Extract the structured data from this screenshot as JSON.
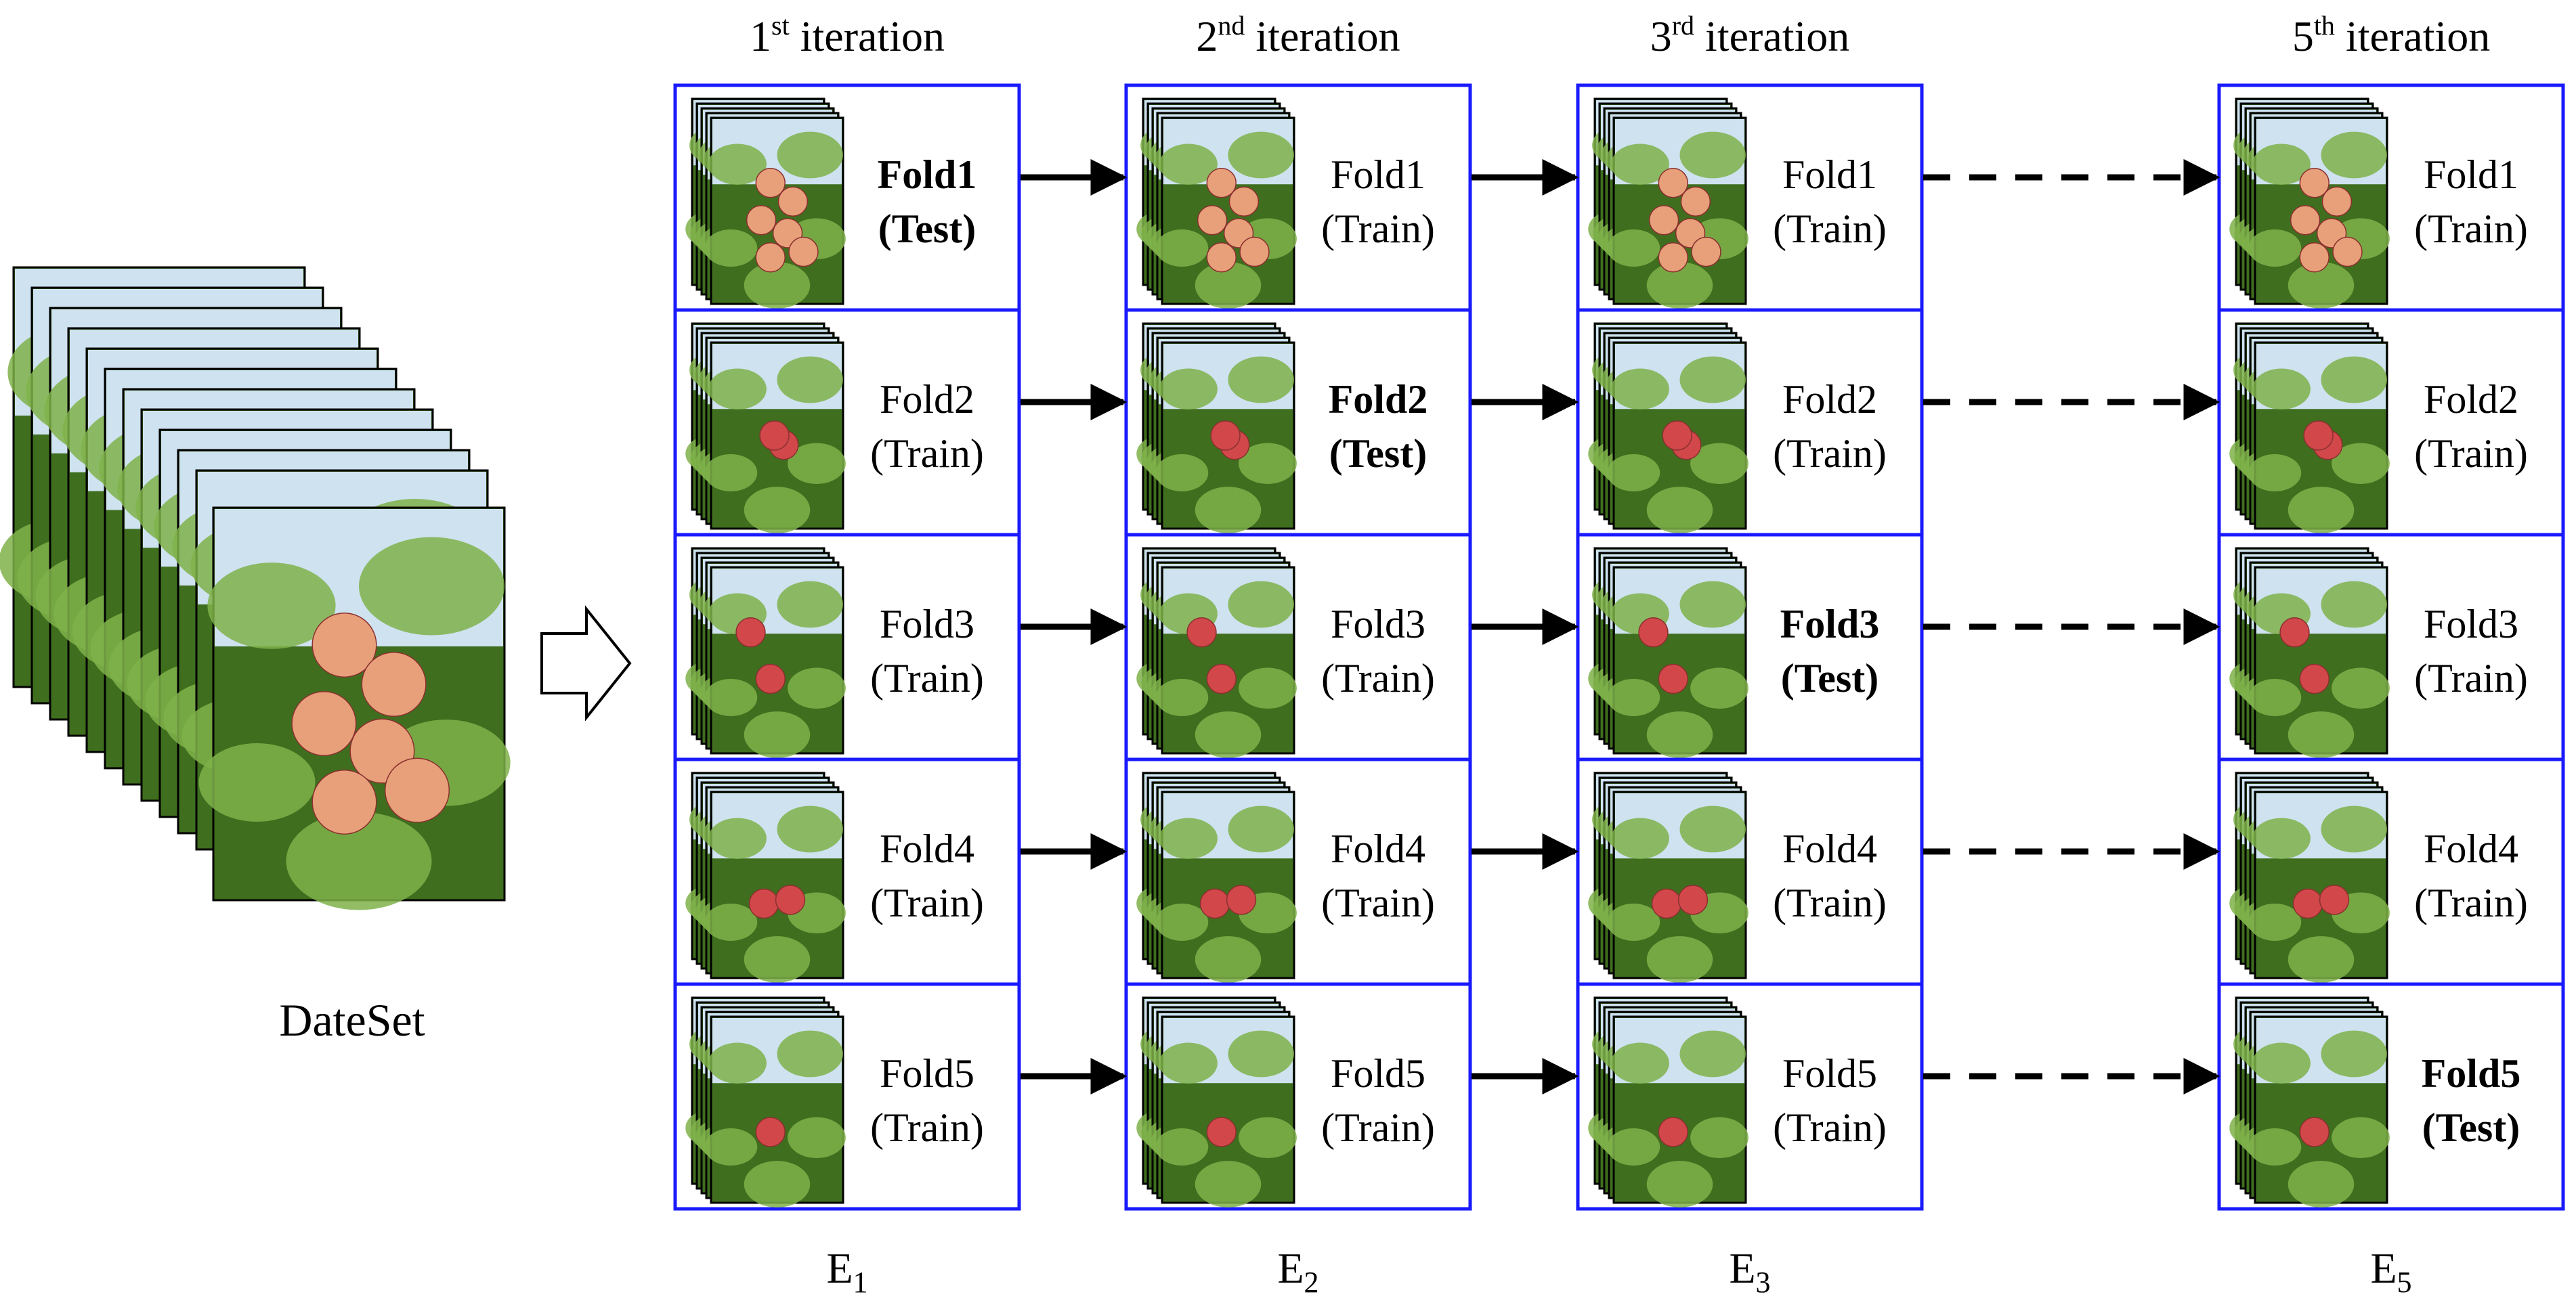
{
  "dataset": {
    "label": "DateSet"
  },
  "iterations": [
    {
      "ordinal": "1",
      "suffix": "st",
      "word": "iteration",
      "experiment_letter": "E",
      "experiment_index": "1",
      "test_fold": 1
    },
    {
      "ordinal": "2",
      "suffix": "nd",
      "word": "iteration",
      "experiment_letter": "E",
      "experiment_index": "2",
      "test_fold": 2
    },
    {
      "ordinal": "3",
      "suffix": "rd",
      "word": "iteration",
      "experiment_letter": "E",
      "experiment_index": "3",
      "test_fold": 3
    },
    {
      "ordinal": "5",
      "suffix": "th",
      "word": "iteration",
      "experiment_letter": "E",
      "experiment_index": "5",
      "test_fold": 5
    }
  ],
  "folds": [
    "Fold1",
    "Fold2",
    "Fold3",
    "Fold4",
    "Fold5"
  ],
  "roles": {
    "train": "(Train)",
    "test": "(Test)"
  },
  "colors": {
    "box_border": "#1a1aff",
    "arrow": "#000000",
    "leaf_dark": "#3f6e1e",
    "leaf_light": "#7fb24a",
    "sky": "#cfe2f0",
    "apple_red": "#d2484a",
    "apple_pink": "#e8a07a"
  }
}
